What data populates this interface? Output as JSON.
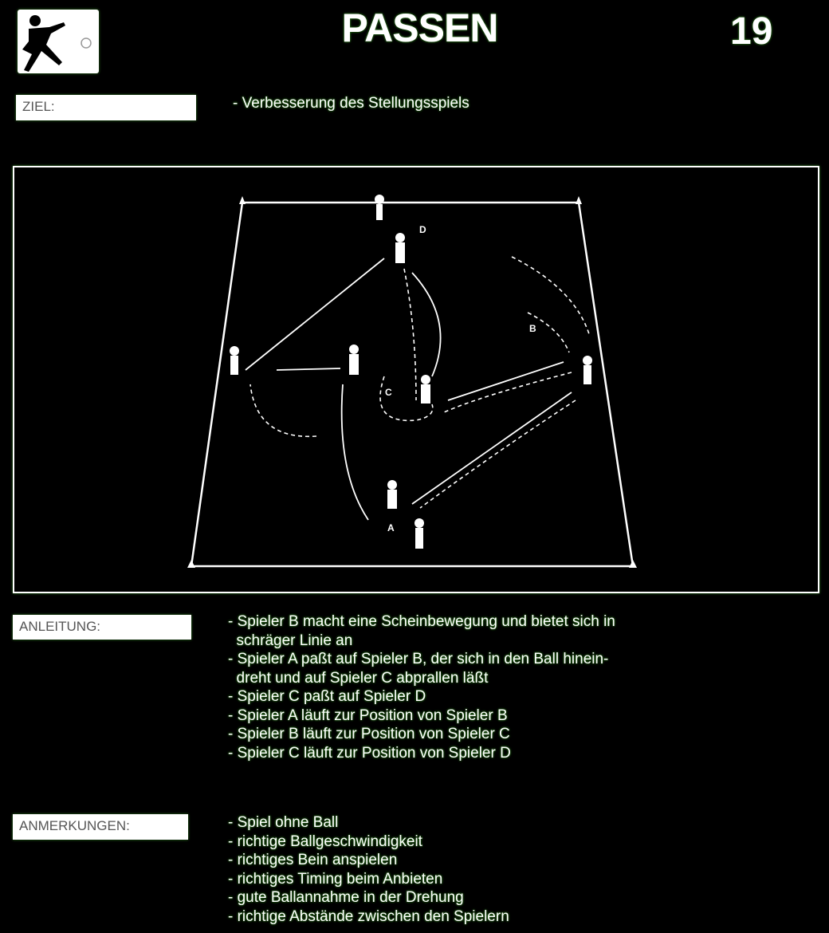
{
  "header": {
    "title": "PASSEN",
    "number": "19",
    "logo_icon": "soccer-player-kicking-icon"
  },
  "ziel": {
    "label": "ZIEL:",
    "items": [
      "- Verbesserung des Stellungsspiels"
    ]
  },
  "diagram": {
    "player_labels": [
      "D",
      "B",
      "C",
      "A"
    ]
  },
  "anleitung": {
    "label": "ANLEITUNG:",
    "items": [
      "- Spieler B macht eine Scheinbewegung und bietet sich in",
      "  schräger Linie an",
      "- Spieler A paßt auf Spieler B, der sich in den Ball hinein-",
      "  dreht und auf Spieler C abprallen läßt",
      "- Spieler C paßt auf Spieler D",
      "- Spieler A läuft zur Position von Spieler B",
      "- Spieler B läuft zur Position von Spieler C",
      "- Spieler C läuft zur Position von Spieler D"
    ]
  },
  "anmerkungen": {
    "label": "ANMERKUNGEN:",
    "items": [
      "- Spiel ohne Ball",
      "- richtige Ballgeschwindigkeit",
      "- richtiges Bein anspielen",
      "- richtiges Timing beim Anbieten",
      "- gute Ballannahme in der Drehung",
      "- richtige Abstände zwischen den Spielern"
    ]
  }
}
